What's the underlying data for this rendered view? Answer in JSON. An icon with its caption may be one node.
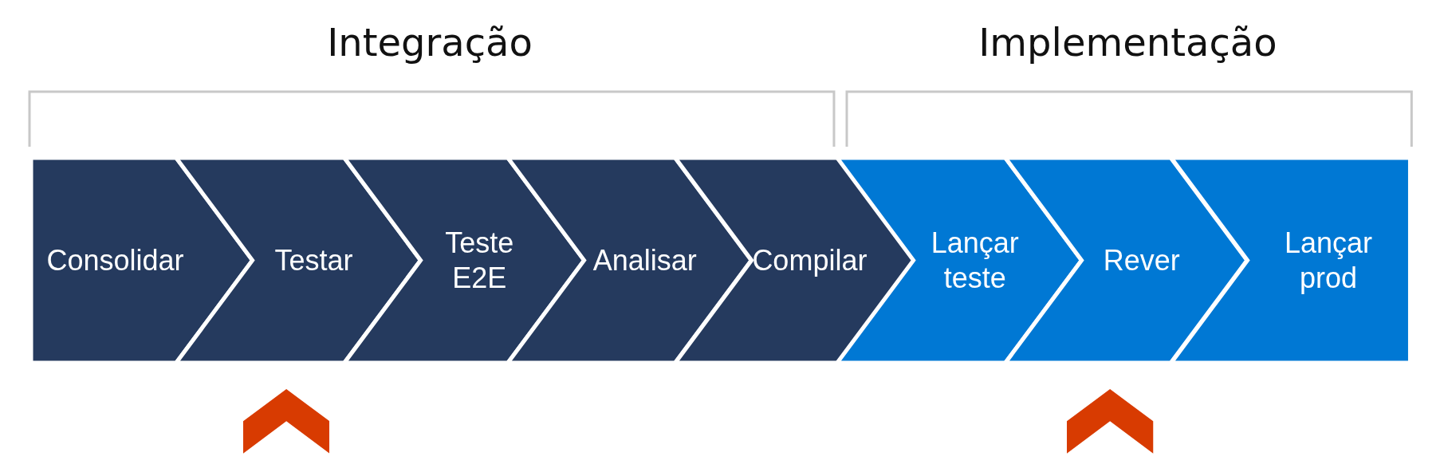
{
  "diagram": {
    "nodes": [
      {
        "text": [
          "Consolidar"
        ]
      },
      {
        "text": [
          "Testar"
        ]
      },
      {
        "text": [
          "Teste E2E"
        ]
      },
      {
        "text": [
          "Analisar"
        ]
      },
      {
        "text": [
          "Compilar"
        ]
      },
      {
        "text": [
          "Lançar teste"
        ]
      },
      {
        "text": [
          "Rever"
        ]
      },
      {
        "text": [
          "Lançar prod"
        ]
      }
    ],
    "edges": [],
    "labels": [
      "Integração",
      "Implementação"
    ]
  }
}
